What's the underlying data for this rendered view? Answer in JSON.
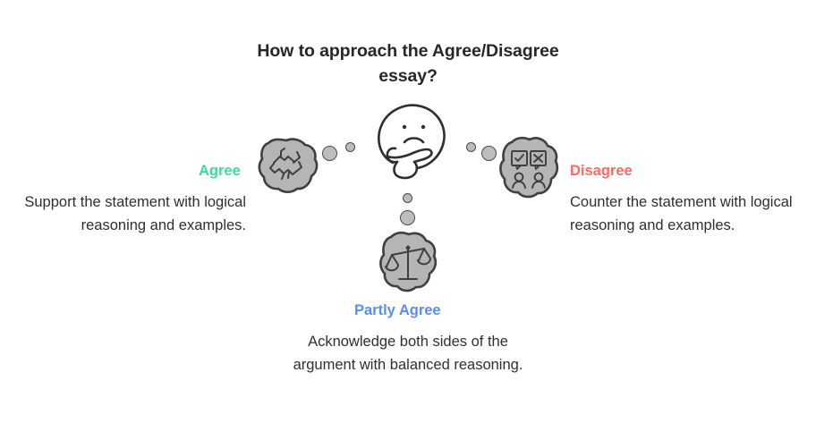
{
  "title": "How to approach the Agree/Disagree essay?",
  "colors": {
    "agree": "#3ddc97",
    "disagree": "#fa6b61",
    "partly": "#5a8ef0",
    "blob_fill": "#b5b5b5",
    "blob_stroke": "#3f3f3f",
    "text": "#2f2f2f",
    "title": "#27272a",
    "background": "#ffffff"
  },
  "center": {
    "icon": "thinking-face-icon"
  },
  "branches": [
    {
      "key": "agree",
      "label": "Agree",
      "description": "Support the statement with logical reasoning and examples.",
      "icon": "handshake-icon",
      "color": "#3ddc97"
    },
    {
      "key": "disagree",
      "label": "Disagree",
      "description": "Counter the statement with logical reasoning and examples.",
      "icon": "opposing-opinions-icon",
      "color": "#fa6b61"
    },
    {
      "key": "partly",
      "label": "Partly Agree",
      "description": "Acknowledge both sides of the argument with balanced reasoning.",
      "icon": "balance-scale-icon",
      "color": "#5a8ef0"
    }
  ],
  "connectors": {
    "left": [
      "large-dot",
      "small-dot"
    ],
    "right": [
      "small-dot",
      "large-dot"
    ],
    "bottom": [
      "small-dot",
      "large-dot"
    ]
  }
}
